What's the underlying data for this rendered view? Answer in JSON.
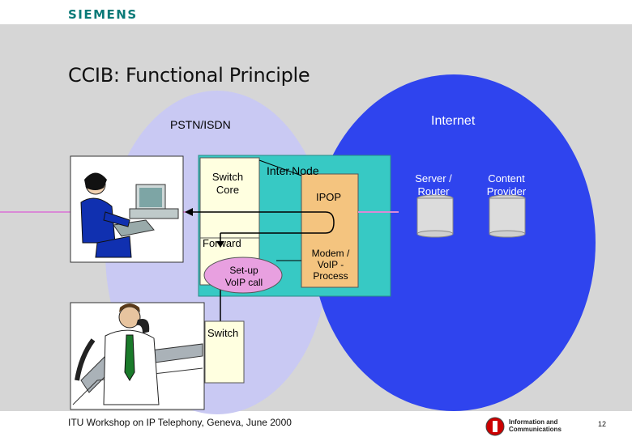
{
  "header": {
    "brand": "SIEMENS",
    "title": "CCIB: Functional Principle"
  },
  "diagram": {
    "pstn_label": "PSTN/ISDN",
    "internet_label": "Internet",
    "switch_core_label": "Switch\nCore",
    "internode_label": "Inter.Node",
    "ipop_label": "IPOP",
    "forward_label": "Forward",
    "setup_label": "Set-up\nVoIP call",
    "modem_label": "Modem /\nVoIP -\nProcess",
    "switch_label": "Switch",
    "server_label": "Server /\nRouter",
    "content_label": "Content\nProvider"
  },
  "footer": {
    "text": "ITU Workshop on IP Telephony, Geneva, June 2000",
    "logo_text": "Information and\nCommunications",
    "page_number": "12"
  },
  "colors": {
    "brand": "#0a7a78",
    "band": "#d6d6d6",
    "pstn_fill": "#c9c9f3",
    "internet_fill": "#2f44ee",
    "internode_fill": "#37c9c4",
    "ipop_fill": "#f4c47f",
    "light_box": "#ffffe0",
    "setup_fill": "#e8a0e0"
  }
}
